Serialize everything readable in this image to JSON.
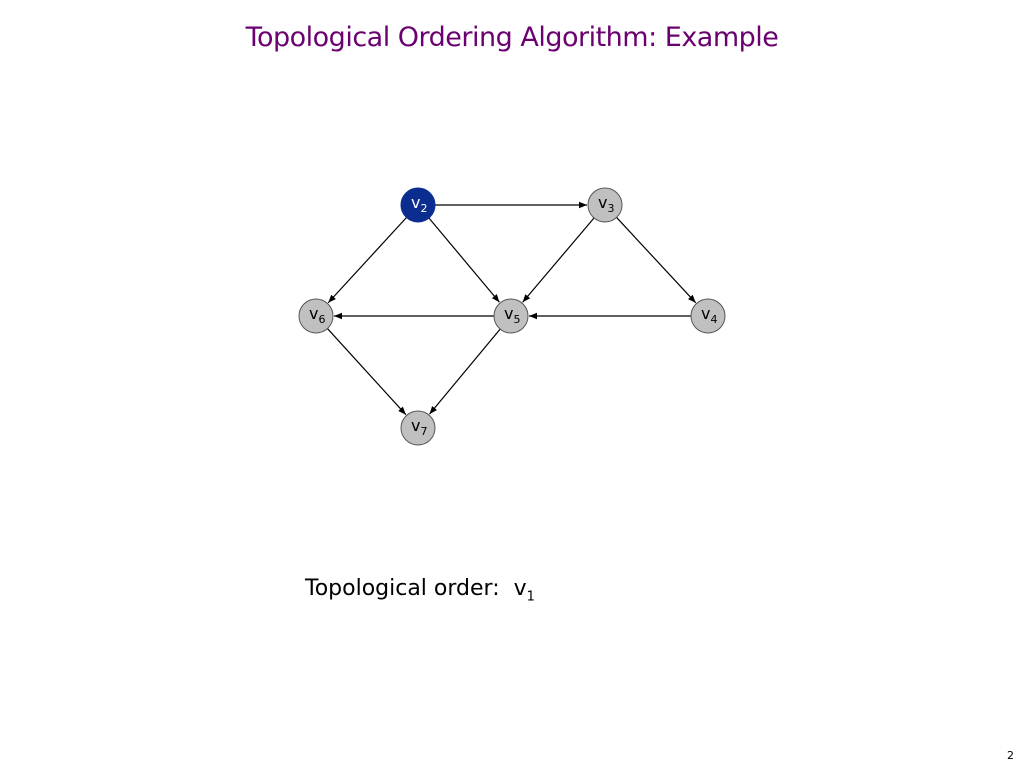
{
  "slide": {
    "title": "Topological Ordering Algorithm:  Example",
    "page_number": "2"
  },
  "colors": {
    "title": "#6b0070",
    "node_fill": "#c0c0c0",
    "node_stroke": "#555555",
    "highlight_fill": "#0b2d8f",
    "highlight_text": "#ffffff",
    "edge": "#000000"
  },
  "graph": {
    "nodes": [
      {
        "id": "v2",
        "main": "v",
        "sub": "2",
        "highlighted": true
      },
      {
        "id": "v3",
        "main": "v",
        "sub": "3",
        "highlighted": false
      },
      {
        "id": "v6",
        "main": "v",
        "sub": "6",
        "highlighted": false
      },
      {
        "id": "v5",
        "main": "v",
        "sub": "5",
        "highlighted": false
      },
      {
        "id": "v4",
        "main": "v",
        "sub": "4",
        "highlighted": false
      },
      {
        "id": "v7",
        "main": "v",
        "sub": "7",
        "highlighted": false
      }
    ],
    "edges": [
      {
        "from": "v2",
        "to": "v3"
      },
      {
        "from": "v2",
        "to": "v6"
      },
      {
        "from": "v2",
        "to": "v5"
      },
      {
        "from": "v3",
        "to": "v5"
      },
      {
        "from": "v3",
        "to": "v4"
      },
      {
        "from": "v5",
        "to": "v6"
      },
      {
        "from": "v4",
        "to": "v5"
      },
      {
        "from": "v6",
        "to": "v7"
      },
      {
        "from": "v5",
        "to": "v7"
      }
    ]
  },
  "order": {
    "label": "Topological order:  ",
    "items": [
      {
        "main": "v",
        "sub": "1"
      }
    ]
  }
}
